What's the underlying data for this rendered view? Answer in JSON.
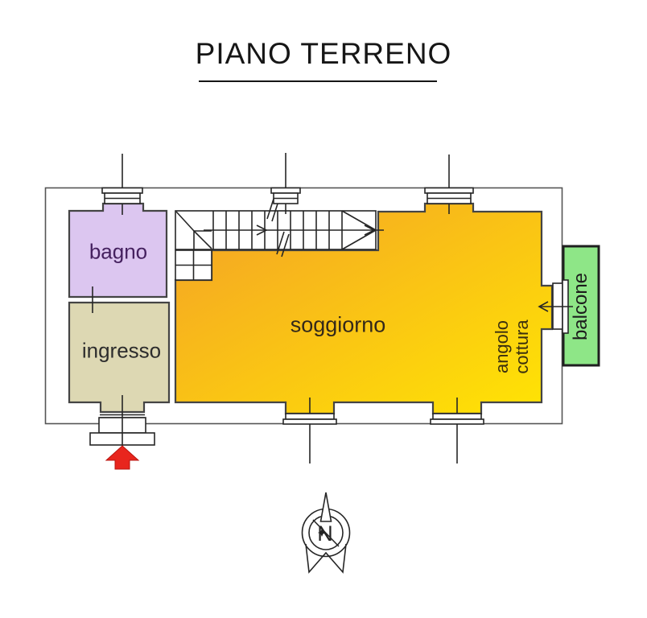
{
  "title": "PIANO TERRENO",
  "rooms": {
    "bagno": {
      "label": "bagno"
    },
    "ingresso": {
      "label": "ingresso"
    },
    "soggiorno": {
      "label": "soggiorno"
    },
    "angolo_cottura": {
      "label_line1": "angolo",
      "label_line2": "cottura"
    },
    "balcone": {
      "label": "balcone"
    }
  },
  "compass": {
    "letter": "N"
  },
  "colors": {
    "bagno_fill": "#dcc6f0",
    "bagno_text": "#45215f",
    "ingresso_fill": "#ddd8b3",
    "ingresso_text": "#2d2d2d",
    "soggiorno_gradient_top": "#f4a127",
    "soggiorno_gradient_bottom": "#ffe503",
    "soggiorno_text": "#33281a",
    "angolo_cottura_text": "#3b300f",
    "balcone_fill": "#8ee687",
    "balcone_text": "#1c1c1c",
    "entrance_arrow": "#e8251d",
    "interior_wall": "#444444",
    "exterior_outline": "#555555",
    "detail_line": "#262626"
  }
}
